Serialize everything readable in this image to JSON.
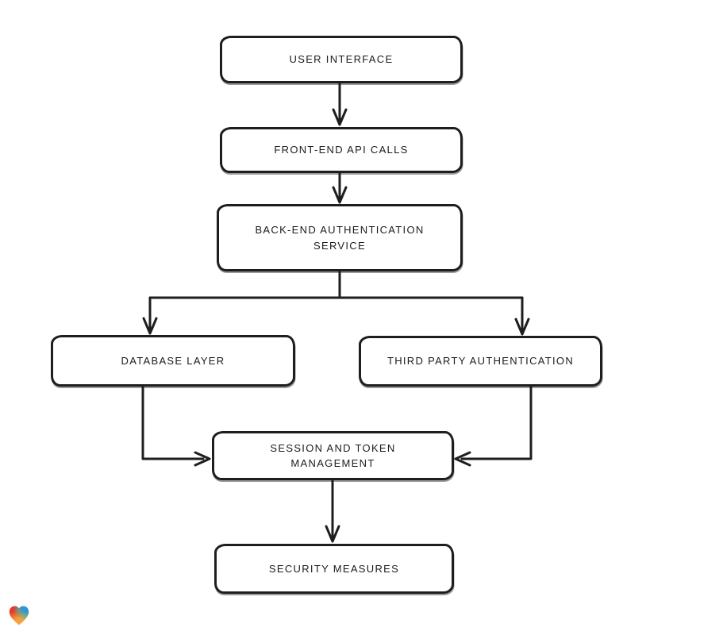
{
  "diagram": {
    "type": "flowchart",
    "background_color": "#ffffff",
    "node_style": {
      "fill": "#ffffff",
      "stroke": "#1e1e1e"
    },
    "nodes": [
      {
        "id": "user-interface",
        "label": "USER INTERFACE"
      },
      {
        "id": "front-end-api-calls",
        "label": "FRONT-END API CALLS"
      },
      {
        "id": "back-end-authentication-service",
        "label": "BACK-END AUTHENTICATION SERVICE"
      },
      {
        "id": "database-layer",
        "label": "DATABASE LAYER"
      },
      {
        "id": "third-party-authentication",
        "label": "THIRD PARTY AUTHENTICATION"
      },
      {
        "id": "session-and-token-management",
        "label": "SESSION AND TOKEN MANAGEMENT"
      },
      {
        "id": "security-measures",
        "label": "SECURITY MEASURES"
      }
    ],
    "edges": [
      {
        "from": "user-interface",
        "to": "front-end-api-calls"
      },
      {
        "from": "front-end-api-calls",
        "to": "back-end-authentication-service"
      },
      {
        "from": "back-end-authentication-service",
        "to": "database-layer"
      },
      {
        "from": "back-end-authentication-service",
        "to": "third-party-authentication"
      },
      {
        "from": "database-layer",
        "to": "session-and-token-management"
      },
      {
        "from": "third-party-authentication",
        "to": "session-and-token-management"
      },
      {
        "from": "session-and-token-management",
        "to": "security-measures"
      }
    ]
  },
  "branding": {
    "logo": "gradient-heart",
    "colors": {
      "red": "#e6392f",
      "teal_blue": "#2f96d9",
      "orange": "#f6a13c"
    }
  }
}
